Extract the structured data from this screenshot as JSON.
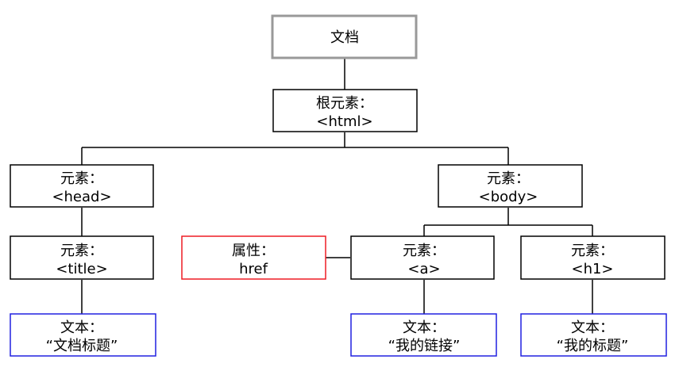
{
  "diagram": {
    "nodes": {
      "document": {
        "lines": [
          "文档"
        ]
      },
      "html": {
        "lines": [
          "根元素：",
          "<html>"
        ]
      },
      "head": {
        "lines": [
          "元素：",
          "<head>"
        ]
      },
      "body": {
        "lines": [
          "元素：",
          "<body>"
        ]
      },
      "title": {
        "lines": [
          "元素：",
          "<title>"
        ]
      },
      "href": {
        "lines": [
          "属性：",
          "href"
        ]
      },
      "a": {
        "lines": [
          "元素：",
          "<a>"
        ]
      },
      "h1": {
        "lines": [
          "元素：",
          "<h1>"
        ]
      },
      "title_text": {
        "lines": [
          "文本：",
          "“文档标题”"
        ]
      },
      "a_text": {
        "lines": [
          "文本：",
          "“我的链接”"
        ]
      },
      "h1_text": {
        "lines": [
          "文本：",
          "“我的标题”"
        ]
      }
    },
    "colors": {
      "document_border": "#999999",
      "element_border": "#000000",
      "attribute_border": "#ee1c24",
      "text_border": "#2020e0",
      "connector": "#000000"
    }
  }
}
